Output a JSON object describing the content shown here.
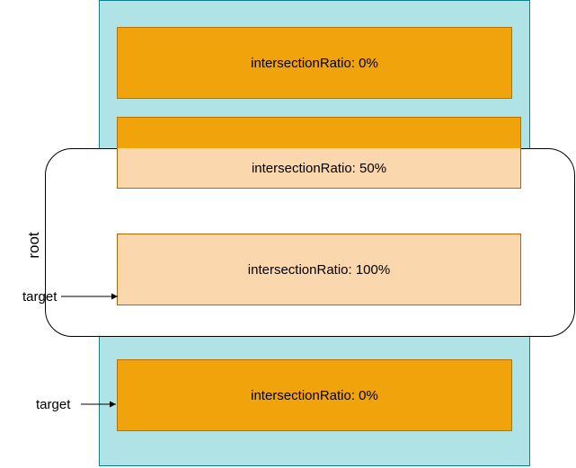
{
  "boxes": {
    "top_label": "intersectionRatio: 0%",
    "half_label": "intersectionRatio: 50%",
    "full_label": "intersectionRatio: 100%",
    "bottom_label": "intersectionRatio: 0%"
  },
  "root_label": "root",
  "target_labels": {
    "inside_root": "target",
    "below_root": "target"
  },
  "colors": {
    "container_fill": "#b0e3e6",
    "container_stroke": "#0e8088",
    "target_fill": "#f0a30a",
    "target_fill_in_root": "#fad7ac",
    "root_stroke": "#000000"
  }
}
